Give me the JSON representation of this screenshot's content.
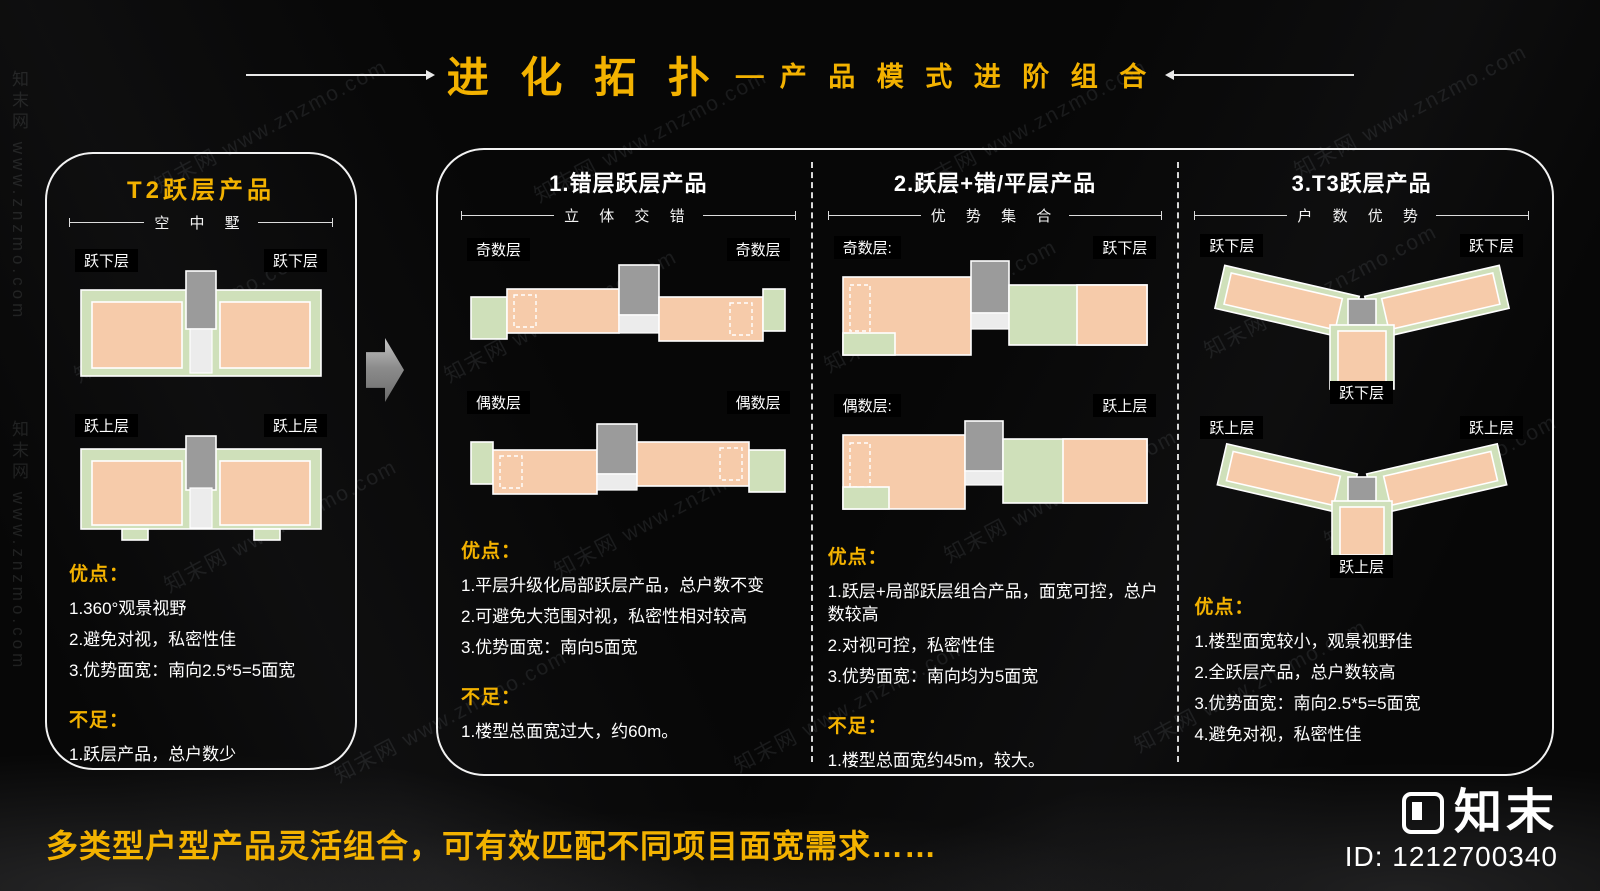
{
  "header": {
    "title": "进 化 拓 扑",
    "dash": "—",
    "subtitle": "产 品 模 式 进 阶 组 合"
  },
  "left_panel": {
    "title": "T2跃层产品",
    "subtitle": "空 中 墅",
    "top_tags": [
      "跃下层",
      "跃下层"
    ],
    "bottom_tags": [
      "跃上层",
      "跃上层"
    ],
    "adv_title": "优点：",
    "advantages": [
      "1.360°观景视野",
      "2.避免对视，私密性佳",
      "3.优势面宽：南向2.5*5=5面宽"
    ],
    "short_title": "不足：",
    "shortcomings": [
      "1.跃层产品，总户数少"
    ]
  },
  "columns": [
    {
      "title": "1.错层跃层产品",
      "subtitle": "立 体 交 错",
      "top_tags": [
        "奇数层",
        "奇数层"
      ],
      "bottom_tags": [
        "偶数层",
        "偶数层"
      ],
      "adv_title": "优点：",
      "advantages": [
        "1.平层升级化局部跃层产品，总户数不变",
        "2.可避免大范围对视，私密性相对较高",
        "3.优势面宽：南向5面宽"
      ],
      "short_title": "不足：",
      "shortcomings": [
        "1.楼型总面宽过大，约60m。"
      ]
    },
    {
      "title": "2.跃层+错/平层产品",
      "subtitle": "优 势 集 合",
      "top_tags": [
        "奇数层:",
        "跃下层"
      ],
      "bottom_tags": [
        "偶数层:",
        "跃上层"
      ],
      "adv_title": "优点：",
      "advantages": [
        "1.跃层+局部跃层组合产品，面宽可控，总户数较高",
        "2.对视可控，私密性佳",
        "3.优势面宽：南向均为5面宽"
      ],
      "short_title": "不足：",
      "shortcomings": [
        "1.楼型总面宽约45m，较大。"
      ]
    },
    {
      "title": "3.T3跃层产品",
      "subtitle": "户 数 优 势",
      "top_tags": [
        "跃下层",
        "跃下层"
      ],
      "top_center_tag": "跃下层",
      "bottom_tags": [
        "跃上层",
        "跃上层"
      ],
      "bottom_center_tag": "跃上层",
      "adv_title": "优点：",
      "advantages": [
        "1.楼型面宽较小，观景视野佳",
        "2.全跃层产品，总户数较高",
        "3.优势面宽：南向2.5*5=5面宽",
        "4.避免对视，私密性佳"
      ]
    }
  ],
  "footer": {
    "text": "多类型户型产品灵活组合，可有效匹配不同项目面宽需求……"
  },
  "brand": {
    "logo": "知末",
    "id": "ID: 1212700340"
  },
  "watermark": {
    "text": "知末网 www.znzmo.com",
    "text_cn": "知末网 www.znzmo.com"
  },
  "colors": {
    "gold": "#f3b200",
    "peach": "#f6cbaa",
    "green": "#cfe0ba",
    "gray": "#9b9b9b"
  }
}
